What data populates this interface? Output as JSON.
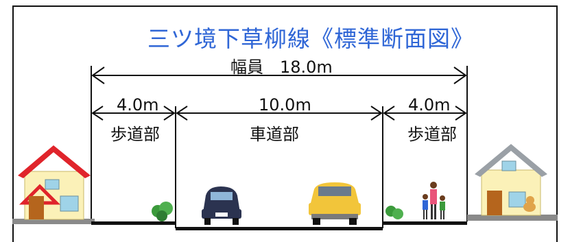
{
  "title": "三ツ境下草柳線《標準断面図》",
  "total_width": "幅員　18.0m",
  "left_sidewalk": {
    "width": "4.0m",
    "name": "歩道部"
  },
  "roadway": {
    "width": "10.0m",
    "name": "車道部"
  },
  "right_sidewalk": {
    "width": "4.0m",
    "name": "歩道部"
  },
  "colors": {
    "title": "#2f66d6",
    "left_roof": "#e0242b",
    "right_roof": "#9aa0a6",
    "house_wall": "#fbf1b8",
    "car_dark": "#2b3350",
    "car_yellow": "#f2c53a",
    "shrub": "#3b9a3b"
  },
  "icons": [
    "house-left-icon",
    "house-right-icon",
    "dark-car-icon",
    "yellow-car-icon",
    "pedestrians-icon",
    "dog-icon",
    "shrub-icon"
  ]
}
